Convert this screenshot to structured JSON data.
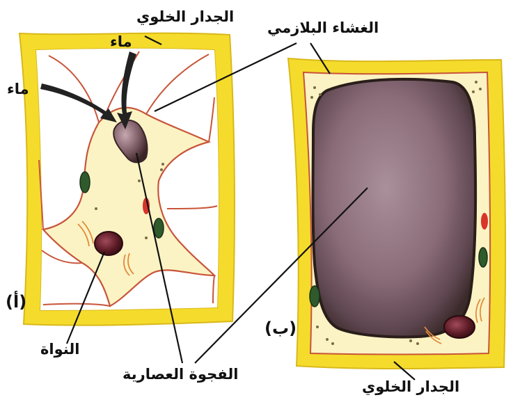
{
  "labels": {
    "cell_wall_top": "الجدار الخلوي",
    "water_top": "ماء",
    "water_left": "ماء",
    "plasma_membrane": "الغشاء البلازمي",
    "panel_a": "(أ)",
    "panel_b": "(ب)",
    "nucleus": "النواة",
    "vacuole": "الفجوة العصارية",
    "cell_wall_bottom": "الجدار الخلوي"
  },
  "colors": {
    "cell_wall": "#f5dc2c",
    "cell_wall_edge": "#d9b81a",
    "cytoplasm": "#fbf3c4",
    "membrane": "#c8553a",
    "vacuole": "#8e6f7c",
    "vacuole_dark": "#3e2f2a",
    "nucleus": "#5a1a24",
    "chloroplast": "#2f5a2c",
    "red_body": "#d8342a",
    "leader": "#111111"
  }
}
